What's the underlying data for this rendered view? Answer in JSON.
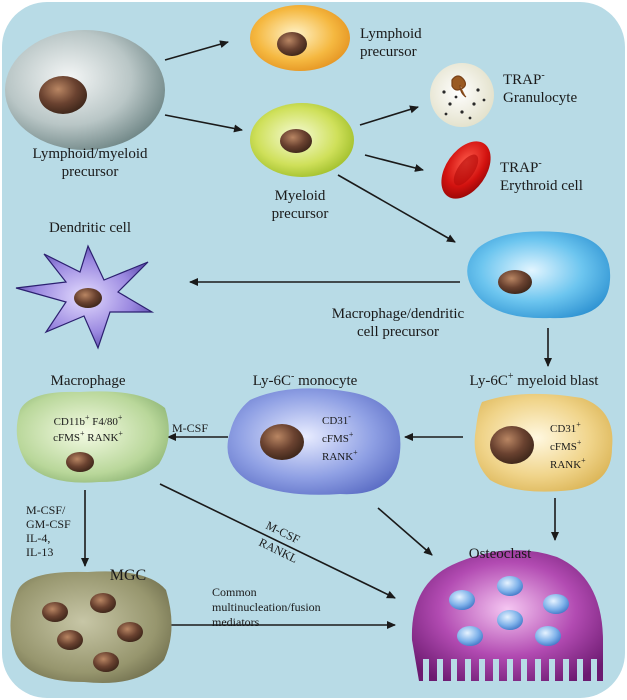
{
  "colors": {
    "background": "#b8dbe6",
    "arrow": "#1a1a1a",
    "nucleus": "#5a3a2a"
  },
  "cells": {
    "lymphoid_myeloid": {
      "line1": "Lymphoid/myeloid",
      "line2": "precursor"
    },
    "lymphoid": {
      "line1": "Lymphoid",
      "line2": "precursor"
    },
    "myeloid": {
      "line1": "Myeloid",
      "line2": "precursor"
    },
    "granulocyte": {
      "line1": "TRAP",
      "line1_sup": "-",
      "line2": "Granulocyte"
    },
    "erythroid": {
      "line1": "TRAP",
      "line1_sup": "-",
      "line2": "Erythroid cell"
    },
    "dendritic": {
      "label": "Dendritic cell"
    },
    "mac_dc_precursor": {
      "line1": "Macrophage/dendritic",
      "line2": "cell precursor"
    },
    "macrophage": {
      "label": "Macrophage",
      "markers": [
        "CD11b",
        "+",
        " F4/80",
        "+",
        "cFMS",
        "+",
        " RANK",
        "+"
      ]
    },
    "ly6c_neg": {
      "label_pre": "Ly-6C",
      "label_sup": "-",
      "label_post": " monocyte",
      "markers": [
        {
          "text": "CD31",
          "sup": "-"
        },
        {
          "text": "cFMS",
          "sup": "+"
        },
        {
          "text": "RANK",
          "sup": "+"
        }
      ]
    },
    "ly6c_pos": {
      "label_pre": "Ly-6C",
      "label_sup": "+",
      "label_post": " myeloid blast",
      "markers": [
        {
          "text": "CD31",
          "sup": "+"
        },
        {
          "text": "cFMS",
          "sup": "+"
        },
        {
          "text": "RANK",
          "sup": "+"
        }
      ]
    },
    "mgc": {
      "label": "MGC"
    },
    "osteoclast": {
      "label": "Osteoclast"
    }
  },
  "arrow_labels": {
    "mcsf": "M-CSF",
    "mcsf_rankl_1": "M-CSF",
    "mcsf_rankl_2": "RANKL",
    "mgc_factors": [
      "M-CSF/",
      "GM-CSF",
      "IL-4,",
      "IL-13"
    ],
    "fusion": [
      "Common",
      "multinucleation/fusion",
      "mediators"
    ]
  }
}
